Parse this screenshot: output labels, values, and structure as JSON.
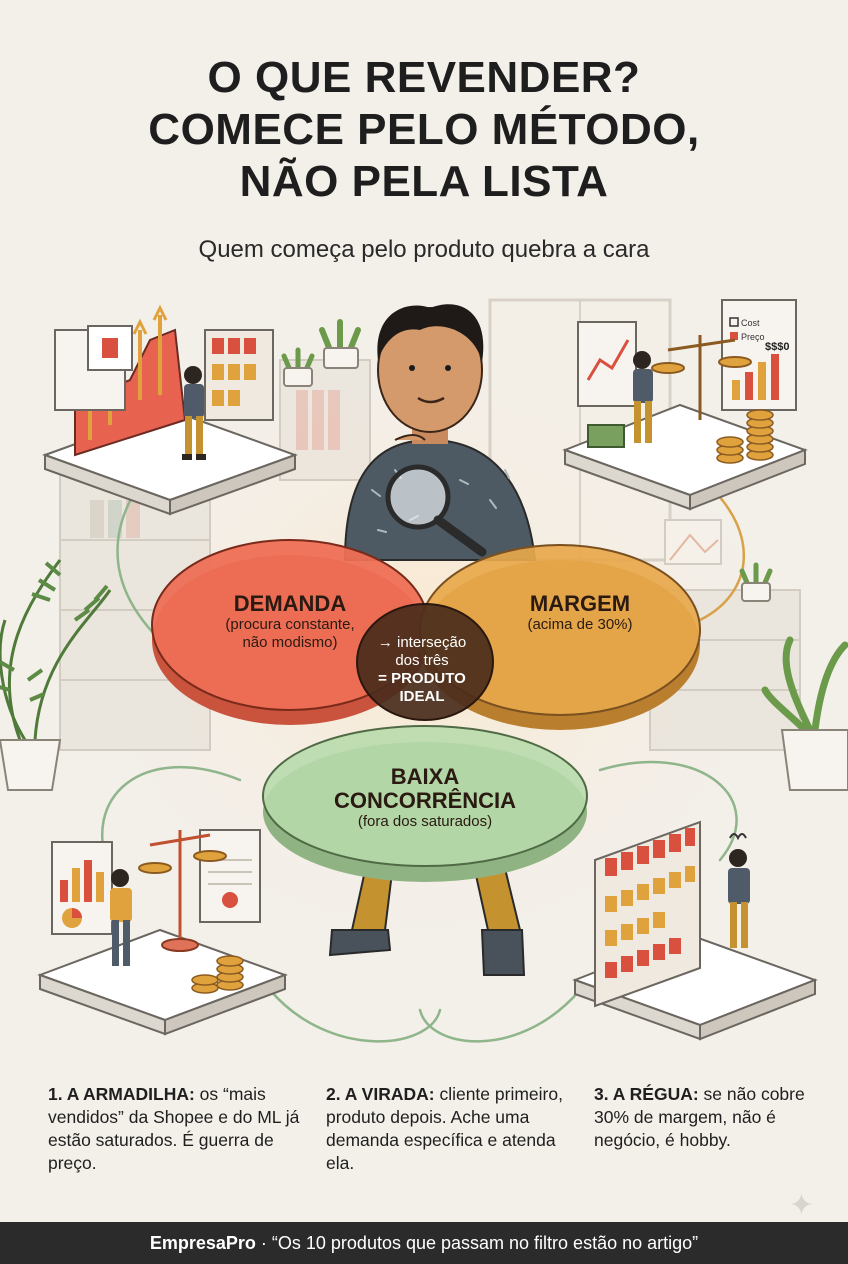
{
  "header": {
    "title_lines": [
      "O QUE REVENDER?",
      "COMECE PELO MÉTODO,",
      "NÃO PELA LISTA"
    ],
    "subtitle": "Quem começa pelo produto quebra a cara"
  },
  "venn": {
    "demand": {
      "title": "DEMANDA",
      "line1": "(procura constante,",
      "line2": "não modismo)",
      "color": "#ee6f55"
    },
    "margin": {
      "title": "MARGEM",
      "line1": "(acima de 30%)",
      "color": "#e7a84b"
    },
    "competition": {
      "title_line1": "BAIXA",
      "title_line2": "CONCORRÊNCIA",
      "line1": "(fora dos saturados)",
      "color": "#b7dbab"
    },
    "center": {
      "line1": "→ interseção",
      "line2": "dos três",
      "line3": "= PRODUTO",
      "line4": "IDEAL",
      "color": "#4a2c1c"
    }
  },
  "illustrations": {
    "price_card": {
      "label_cost": "Cost",
      "label_price": "Preço",
      "value": "$$$0"
    }
  },
  "tips": [
    {
      "number_title": "1. A ARMADILHA:",
      "text": " os “mais vendidos” da Shopee e do ML já estão saturados. É guerra de preço."
    },
    {
      "number_title": "2. A VIRADA:",
      "text": " cliente primeiro, produto depois. Ache uma demanda específica e atenda ela."
    },
    {
      "number_title": "3. A RÉGUA:",
      "text": " se não cobre 30% de margem, não é negócio, é hobby."
    }
  ],
  "footer": {
    "brand": "EmpresaPro",
    "text": " · “Os 10 produtos que passam no filtro estão no artigo”"
  }
}
